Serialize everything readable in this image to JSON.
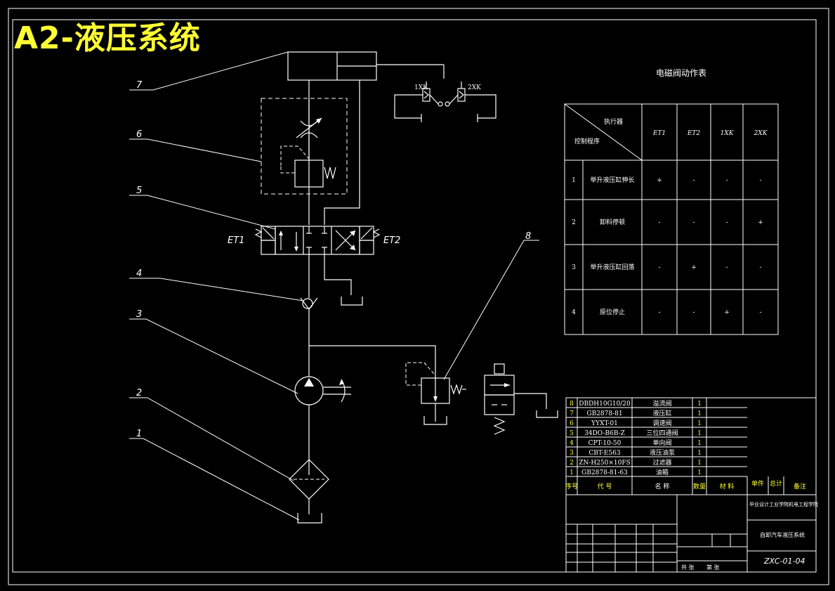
{
  "title": "A2-液压系统",
  "callouts": [
    "1",
    "2",
    "3",
    "4",
    "5",
    "6",
    "7",
    "8"
  ],
  "solenoids": {
    "left": "ET1",
    "right": "ET2",
    "limit1": "1XK",
    "limit2": "2XK"
  },
  "action_table": {
    "title": "电磁阀动作表",
    "corner_top": "执行器",
    "corner_bottom": "控制程序",
    "columns": [
      "ET1",
      "ET2",
      "1XK",
      "2XK"
    ],
    "rows": [
      {
        "no": "1",
        "name": "举升液压缸伸长",
        "cells": [
          "+",
          "-",
          "-",
          "-"
        ]
      },
      {
        "no": "2",
        "name": "卸料停顿",
        "cells": [
          "-",
          "-",
          "-",
          "+"
        ]
      },
      {
        "no": "3",
        "name": "举升液压缸回落",
        "cells": [
          "-",
          "+",
          "-",
          "-"
        ]
      },
      {
        "no": "4",
        "name": "原位停止",
        "cells": [
          "-",
          "-",
          "+",
          "-"
        ]
      }
    ]
  },
  "bom": {
    "rows": [
      {
        "no": "8",
        "code": "DBDH10G10/20",
        "name": "溢流阀",
        "qty": "1"
      },
      {
        "no": "7",
        "code": "GB2878-81",
        "name": "液压缸",
        "qty": "1"
      },
      {
        "no": "6",
        "code": "YYXT-01",
        "name": "调速阀",
        "qty": "1"
      },
      {
        "no": "5",
        "code": "34DO-B6B-Z",
        "name": "三位四通阀",
        "qty": "1"
      },
      {
        "no": "4",
        "code": "CPT-10-50",
        "name": "单向阀",
        "qty": "1"
      },
      {
        "no": "3",
        "code": "CBT-E563",
        "name": "液压油泵",
        "qty": "1"
      },
      {
        "no": "2",
        "code": "ZN-H250×10FS",
        "name": "过滤器",
        "qty": "1"
      },
      {
        "no": "1",
        "code": "GB2878-81-63",
        "name": "油箱",
        "qty": "1"
      }
    ],
    "header": {
      "no": "序号",
      "code": "代 号",
      "name": "名 称",
      "qty": "数量",
      "material": "材 料",
      "weight": "单件",
      "total": "总计",
      "remark": "备注"
    }
  },
  "title_block": {
    "school": "毕业设计工业学院机电工程学院",
    "drawing_name": "自卸汽车液压系统",
    "drawing_no": "ZXC-01-04",
    "sheet": "第 张",
    "sheets": "共 张"
  }
}
